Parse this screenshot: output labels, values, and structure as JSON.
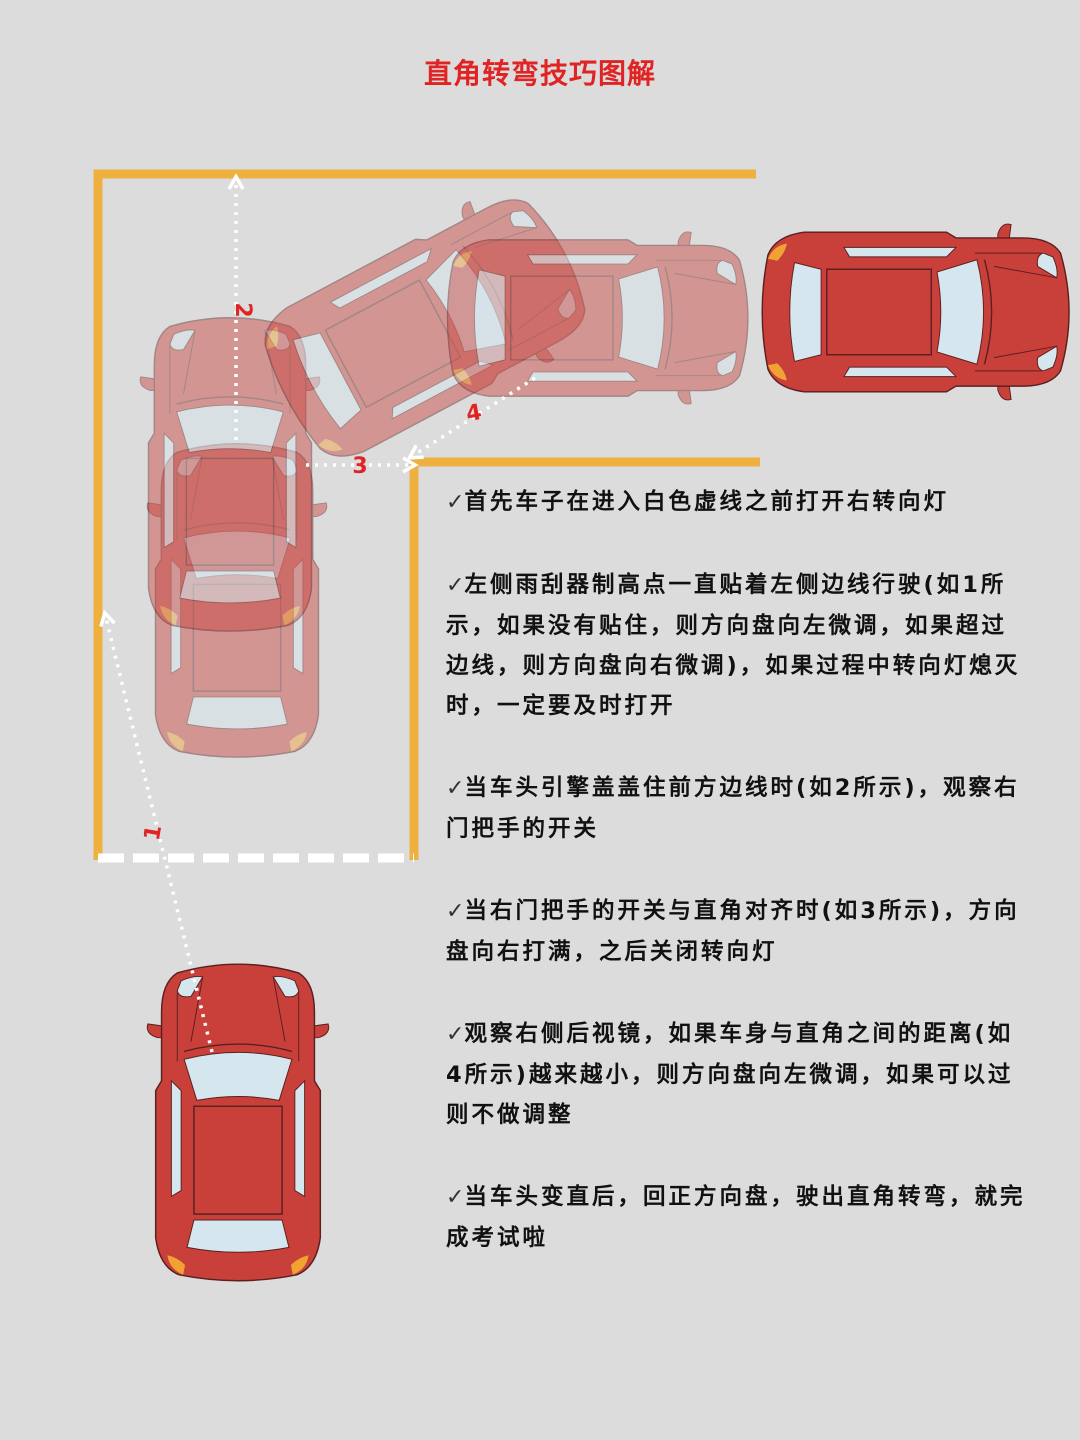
{
  "title": "直角转弯技巧图解",
  "colors": {
    "background": "#dcdcdc",
    "title": "#e02424",
    "lane_line": "#eeb03f",
    "dashed_line": "#ffffff",
    "car_body": "#c9403a",
    "car_ghost": "#c9403a",
    "car_glass": "#d6e6ee",
    "indicator": "#f0a233",
    "step_label": "#e02424"
  },
  "diagram": {
    "markers": [
      {
        "id": "1",
        "label": "1"
      },
      {
        "id": "2",
        "label": "2"
      },
      {
        "id": "3",
        "label": "3"
      },
      {
        "id": "4",
        "label": "4"
      }
    ]
  },
  "steps": [
    {
      "check": "✓",
      "text": "首先车子在进入白色虚线之前打开右转向灯"
    },
    {
      "check": "✓",
      "text": "左侧雨刮器制高点一直贴着左侧边线行驶(如1所示，如果没有贴住，则方向盘向左微调，如果超过边线，则方向盘向右微调)，如果过程中转向灯熄灭时，一定要及时打开"
    },
    {
      "check": "✓",
      "text": "当车头引擎盖盖住前方边线时(如2所示)，观察右门把手的开关"
    },
    {
      "check": "✓",
      "text": "当右门把手的开关与直角对齐时(如3所示)，方向盘向右打满，之后关闭转向灯"
    },
    {
      "check": "✓",
      "text": "观察右侧后视镜，如果车身与直角之间的距离(如4所示)越来越小，则方向盘向左微调，如果可以过则不做调整"
    },
    {
      "check": "✓",
      "text": "当车头变直后，回正方向盘，驶出直角转弯，就完成考试啦"
    }
  ]
}
